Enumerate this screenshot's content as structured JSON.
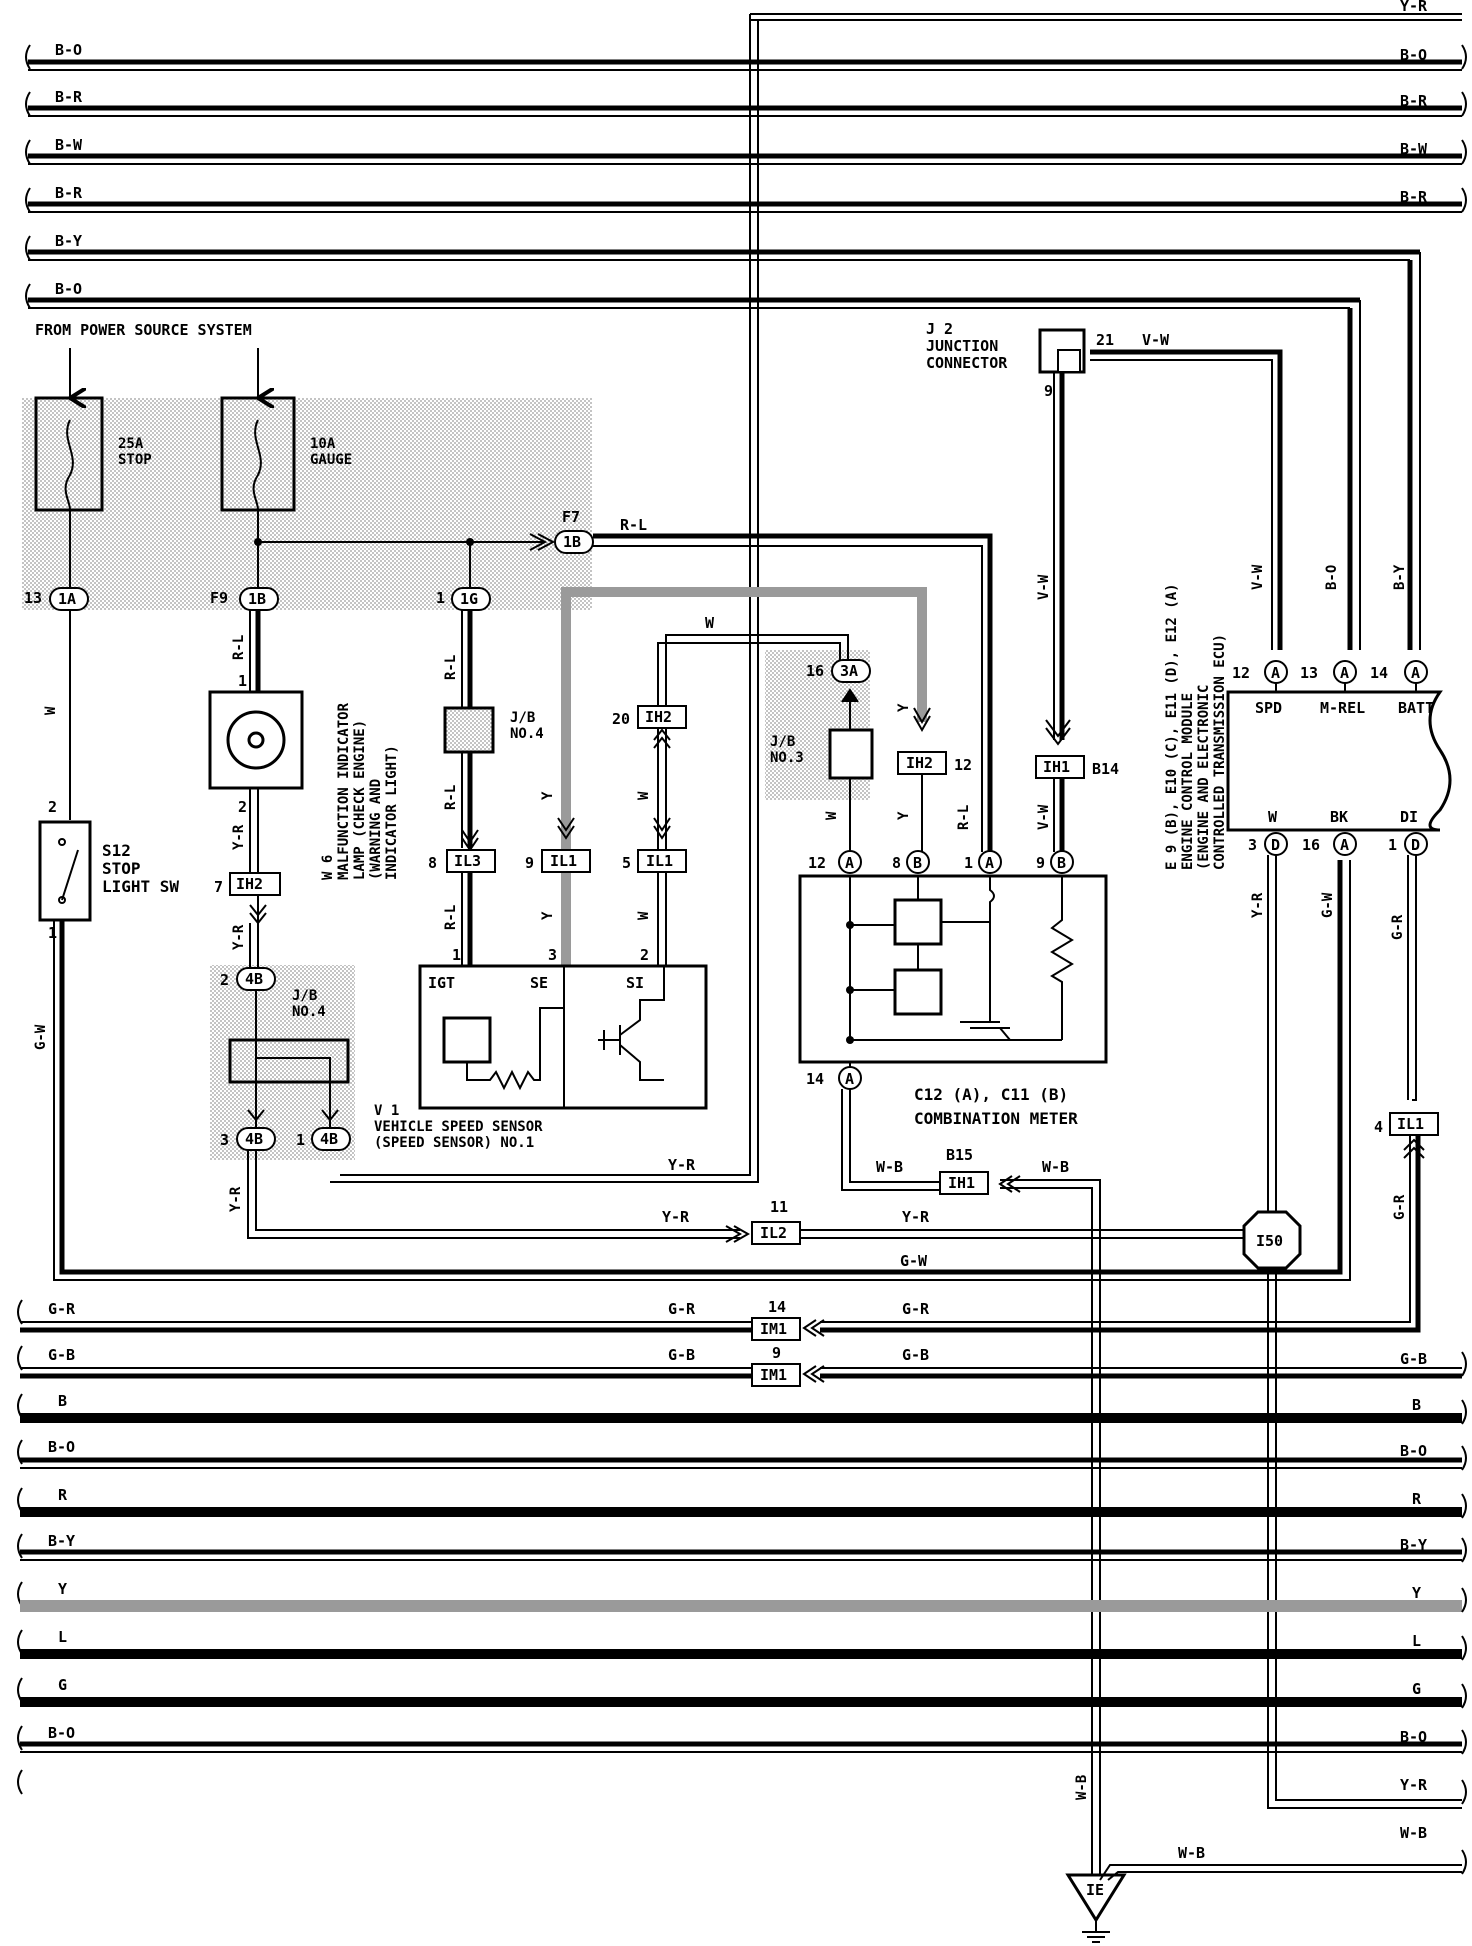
{
  "bus_top": [
    {
      "left": "B-O",
      "right": "B-O"
    },
    {
      "left": "B-R",
      "right": "B-R"
    },
    {
      "left": "B-W",
      "right": "B-W"
    },
    {
      "left": "B-R",
      "right": "B-R"
    },
    {
      "left": "B-Y",
      "right": ""
    },
    {
      "left": "B-O",
      "right": ""
    }
  ],
  "top_right_label": "Y-R",
  "power_source": "FROM POWER SOURCE SYSTEM",
  "fuse_stop": "25A\nSTOP",
  "fuse_gauge": "10A\nGAUGE",
  "junction_j2": "J 2\nJUNCTION\nCONNECTOR",
  "j2_pins": {
    "p21": "21",
    "wire21": "V-W",
    "p9": "9"
  },
  "ecu": {
    "title": "E 9 (B), E10 (C), E11 (D), E12 (A)\nENGINE CONTROL MODULE\n(ENGINE AND ELECTRONIC\nCONTROLLED TRANSMISSION ECU)",
    "top_pins": [
      {
        "num": "12",
        "conn": "A",
        "name": "SPD",
        "wire": "V-W"
      },
      {
        "num": "13",
        "conn": "A",
        "name": "M-REL",
        "wire": "B-O"
      },
      {
        "num": "14",
        "conn": "A",
        "name": "BATT",
        "wire": "B-Y"
      }
    ],
    "bottom_pins": [
      {
        "num": "3",
        "conn": "D",
        "name": "W",
        "wire": "Y-R"
      },
      {
        "num": "16",
        "conn": "A",
        "name": "BK",
        "wire": "G-W"
      },
      {
        "num": "1",
        "conn": "D",
        "name": "DI",
        "wire": "G-R"
      }
    ]
  },
  "connectors": {
    "c13_1a": {
      "num": "13",
      "conn": "1A"
    },
    "f9_1b": {
      "num": "F9",
      "conn": "1B"
    },
    "c1_1g": {
      "num": "1",
      "conn": "1G"
    },
    "f7_1b": {
      "num": "F7",
      "conn": "1B"
    },
    "c16_3a": {
      "num": "16",
      "conn": "3A"
    },
    "c2_4b": {
      "num": "2",
      "conn": "4B"
    },
    "c3_4b": {
      "num": "3",
      "conn": "4B"
    },
    "c1_4b": {
      "num": "1",
      "conn": "4B"
    }
  },
  "wires": {
    "rl_f7": "R-L",
    "w_stop": "W",
    "rl_f9": "R-L",
    "rl_1g": "R-L",
    "rl_il3": "R-L",
    "yr_lamp": "Y-R",
    "yr_ih2": "Y-R",
    "y_il1": "Y",
    "w_il1": "W",
    "w_top": "W",
    "y_ih2": "Y",
    "w_jb3": "W",
    "y_meter": "Y",
    "rl_meter": "R-L",
    "vw_ih1": "V-W",
    "vw_j2": "V-W",
    "gw_left": "G-W",
    "yr_4b": "Y-R",
    "yr_vss": "Y-R",
    "yr_il2_l": "Y-R",
    "yr_il2_r": "Y-R",
    "gw_bottom": "G-W",
    "wb_meter": "W-B",
    "wb_ih1": "W-B",
    "gr_il1": "G-R",
    "gr_im1_l": "G-R",
    "gr_im1_r": "G-R",
    "gb_im1_l": "G-B",
    "gb_im1_r": "G-B",
    "gr_left": "G-R",
    "gb_left": "G-B",
    "wb_vert": "W-B",
    "wb_bottom": "W-B"
  },
  "stop_sw": {
    "title": "S12\nSTOP\nLIGHT SW",
    "pin2": "2",
    "pin1": "1"
  },
  "lamp": {
    "title": "W 6\nMALFUNCTION INDICATOR\nLAMP (CHECK ENGINE)\n(WARNING AND\nINDICATOR LIGHT)",
    "pin1": "1",
    "pin2": "2"
  },
  "jb4_upper": "J/B\nNO.4",
  "jb4_lower": "J/B\nNO.4",
  "jb3": "J/B\nNO.3",
  "ih2_left": {
    "num": "7",
    "name": "IH2"
  },
  "ih2_mid": {
    "num": "20",
    "name": "IH2"
  },
  "ih2_right": {
    "name": "IH2",
    "num": "12"
  },
  "ih1_top": {
    "name": "IH1",
    "num": "B14"
  },
  "il3": {
    "num": "8",
    "name": "IL3"
  },
  "il1_a": {
    "num": "9",
    "name": "IL1"
  },
  "il1_b": {
    "num": "5",
    "name": "IL1"
  },
  "il2": {
    "num": "11",
    "name": "IL2"
  },
  "ih1_bottom": {
    "num": "B15",
    "name": "IH1"
  },
  "il1_right": {
    "num": "4",
    "name": "IL1"
  },
  "im1_a": {
    "num": "14",
    "name": "IM1"
  },
  "im1_b": {
    "num": "9",
    "name": "IM1"
  },
  "i50": "I50",
  "ie": "IE",
  "vss": {
    "title": "V 1\nVEHICLE SPEED SENSOR\n(SPEED SENSOR) NO.1",
    "terms": [
      "IGT",
      "SE",
      "SI"
    ],
    "pins": [
      "1",
      "3",
      "2"
    ]
  },
  "meter": {
    "title": "C12 (A), C11 (B)\nCOMBINATION METER",
    "pins": [
      {
        "num": "12",
        "conn": "A"
      },
      {
        "num": "8",
        "conn": "B"
      },
      {
        "num": "1",
        "conn": "A"
      },
      {
        "num": "9",
        "conn": "B"
      },
      {
        "num": "14",
        "conn": "A"
      }
    ]
  },
  "bus_bottom": [
    {
      "left": "G-R",
      "right": ""
    },
    {
      "left": "G-B",
      "right": "G-B"
    },
    {
      "left": "B",
      "right": "B"
    },
    {
      "left": "B-O",
      "right": "B-O"
    },
    {
      "left": "R",
      "right": "R"
    },
    {
      "left": "B-Y",
      "right": "B-Y"
    },
    {
      "left": "Y",
      "right": "Y"
    },
    {
      "left": "L",
      "right": "L"
    },
    {
      "left": "G",
      "right": "G"
    },
    {
      "left": "B-O",
      "right": "B-O"
    },
    {
      "left": "",
      "right": "Y-R"
    },
    {
      "left": "",
      "right": "W-B"
    }
  ]
}
